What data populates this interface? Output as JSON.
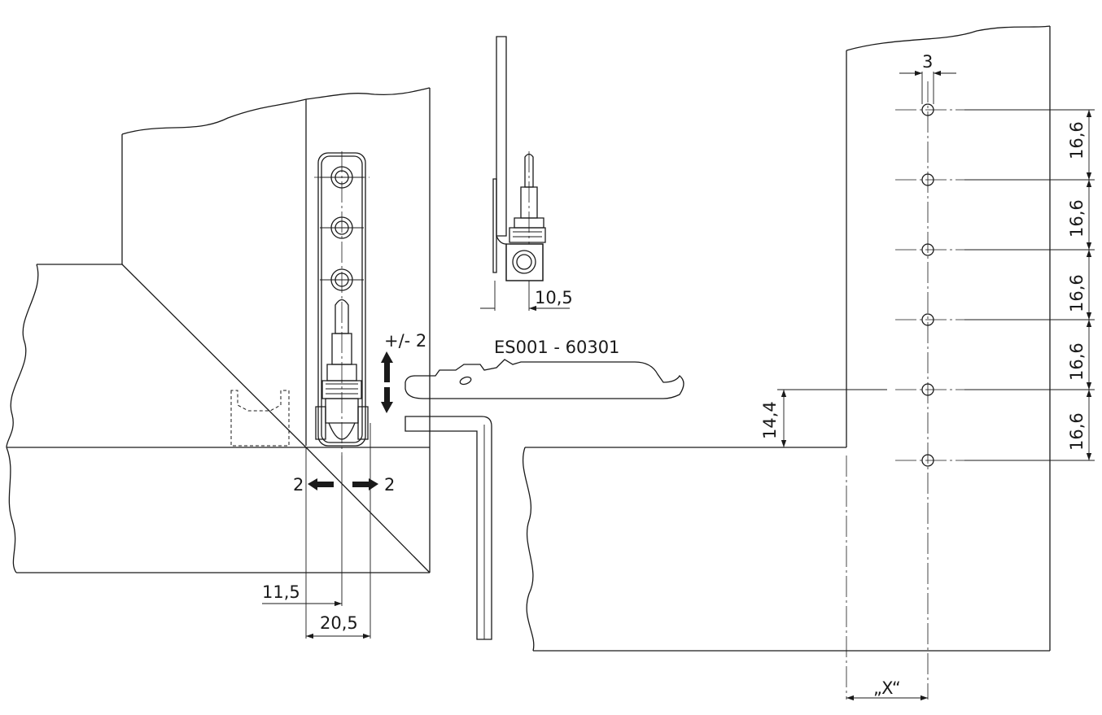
{
  "labels": {
    "part_number": "ES001 - 60301",
    "height_adjust": "+/- 2",
    "side_left": "2",
    "side_right": "2",
    "dim_11_5": "11,5",
    "dim_20_5": "20,5",
    "dim_10_5": "10,5",
    "dim_3": "3",
    "dim_14_4": "14,4",
    "dim_pitch": [
      "16,6",
      "16,6",
      "16,6",
      "16,6",
      "16,6"
    ],
    "dim_x": "„X“"
  }
}
